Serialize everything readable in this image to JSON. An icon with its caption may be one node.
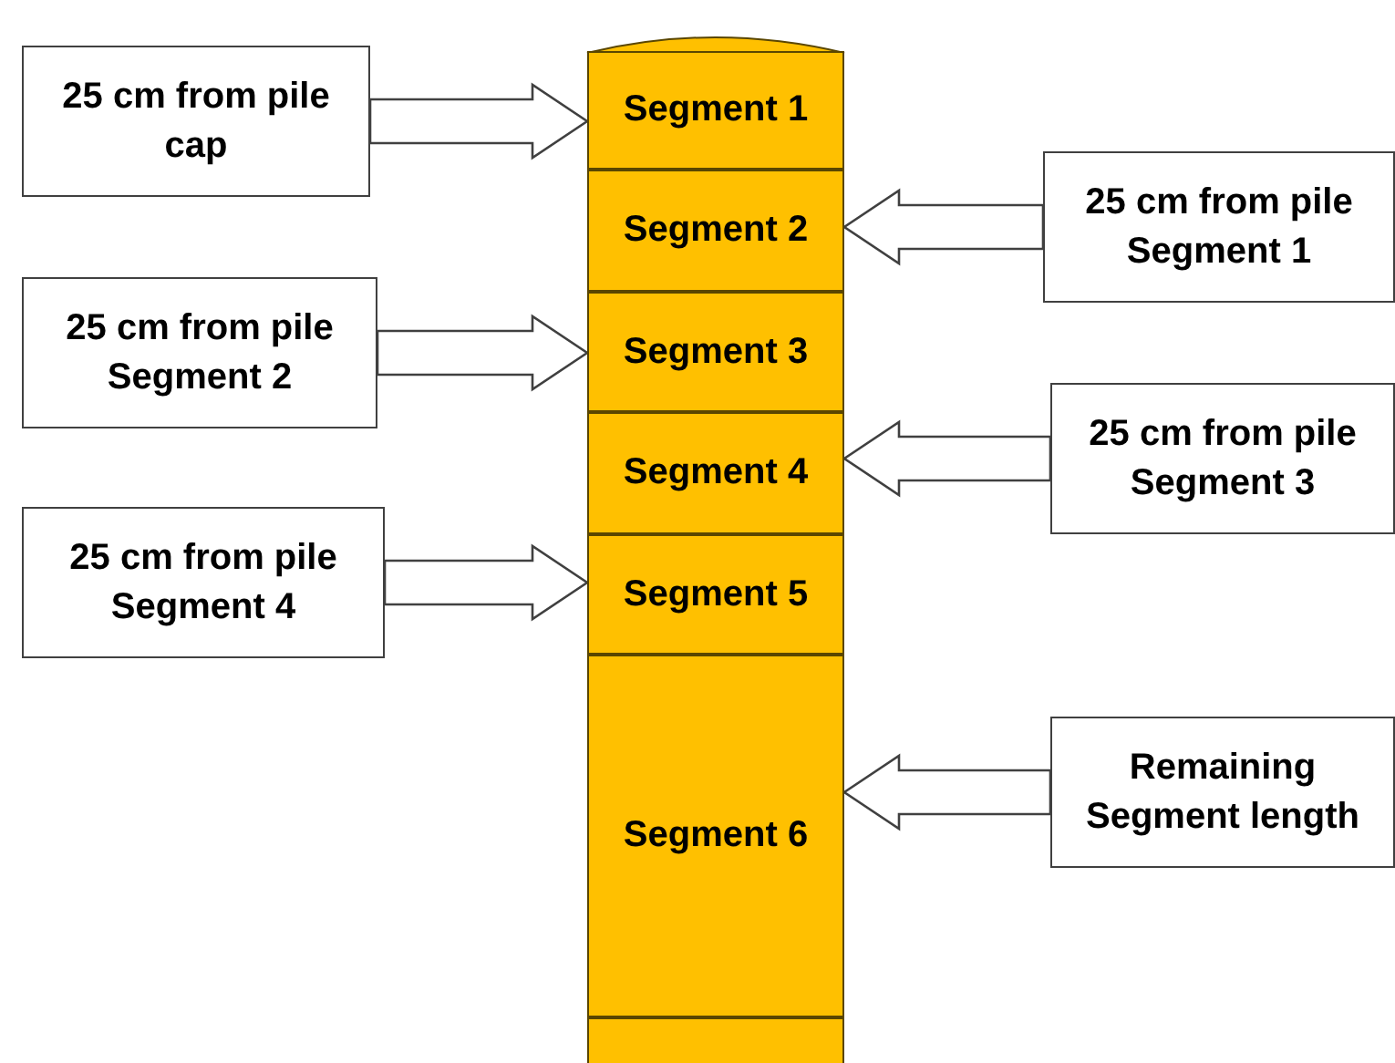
{
  "diagram": {
    "nodes": [
      {
        "text": [
          "Segment 1"
        ]
      },
      {
        "text": [
          "Segment 2"
        ]
      },
      {
        "text": [
          "Segment 3"
        ]
      },
      {
        "text": [
          "Segment 4"
        ]
      },
      {
        "text": [
          "Segment 5"
        ]
      },
      {
        "text": [
          "Segment 6"
        ]
      },
      {
        "text": [],
        "shape": "box"
      },
      {
        "text": [
          "25 cm from pile cap"
        ]
      },
      {
        "text": [
          "25 cm from pile Segment 1"
        ]
      },
      {
        "text": [
          "25 cm from pile Segment 2"
        ]
      },
      {
        "text": [
          "25 cm from pile Segment 3"
        ]
      },
      {
        "text": [
          "25 cm from pile Segment 4"
        ]
      },
      {
        "text": [
          "Remaining Segment length"
        ]
      }
    ],
    "edges": [
      {
        "from": 7,
        "to": 0,
        "arrow": "to"
      },
      {
        "from": 8,
        "to": 1,
        "arrow": "to"
      },
      {
        "from": 9,
        "to": 2,
        "arrow": "to"
      },
      {
        "from": 10,
        "to": 3,
        "arrow": "to"
      },
      {
        "from": 11,
        "to": 4,
        "arrow": "to"
      },
      {
        "from": 12,
        "to": 5,
        "arrow": "to"
      }
    ]
  }
}
